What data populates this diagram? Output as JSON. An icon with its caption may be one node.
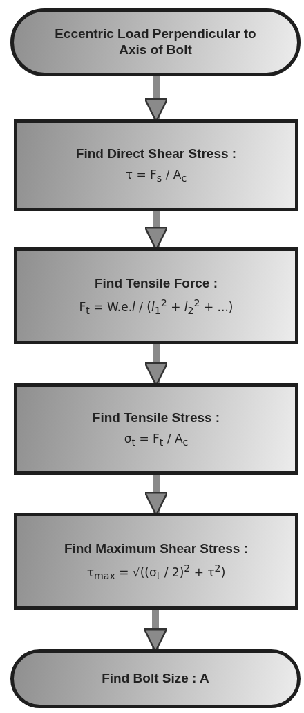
{
  "diagram": {
    "nodes": [
      {
        "text": [
          "Eccentric Load Perpendicular to Axis of Bolt"
        ]
      },
      {
        "text": [
          "Find Direct Shear Stress :",
          "τ = F$_{s}$ / A$_{c}$"
        ]
      },
      {
        "text": [
          "Find Tensile Force :",
          "F$_{t}$ = W.e.*l* / (*l*$_{1}$$^{2}$ + *l*$_{2}$$^{2}$ + ...)"
        ]
      },
      {
        "text": [
          "Find Tensile Stress :",
          "σ$_{t}$ = F$_{t}$ / A$_{c}$"
        ]
      },
      {
        "text": [
          "Find Maximum Shear Stress :",
          "τ$_{max}$ = √((σ$_{t}$ / 2)$^{2}$ + τ$^{2}$)"
        ]
      },
      {
        "text": [
          "Find Bolt Size : A"
        ]
      }
    ],
    "edges": [
      {
        "from": 0,
        "to": 1,
        "arrow": "to"
      },
      {
        "from": 1,
        "to": 2,
        "arrow": "to"
      },
      {
        "from": 2,
        "to": 3,
        "arrow": "to"
      },
      {
        "from": 3,
        "to": 4,
        "arrow": "to"
      },
      {
        "from": 4,
        "to": 5,
        "arrow": "to"
      }
    ]
  }
}
